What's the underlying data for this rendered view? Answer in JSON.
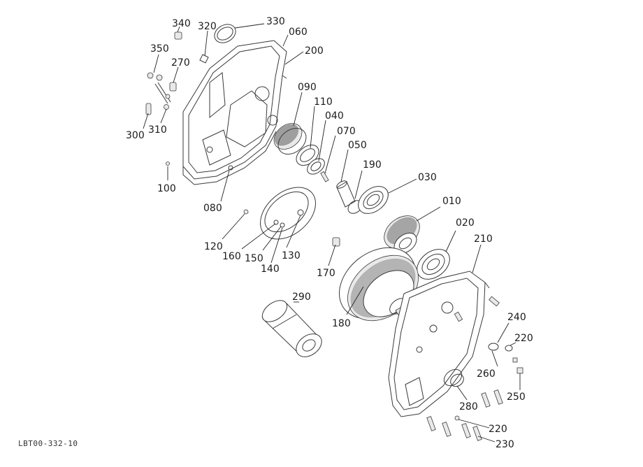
{
  "diagram": {
    "reference_code": "LBT00-332-10",
    "part_labels": [
      "340",
      "320",
      "330",
      "060",
      "350",
      "270",
      "200",
      "090",
      "110",
      "040",
      "070",
      "050",
      "300",
      "310",
      "100",
      "190",
      "030",
      "080",
      "010",
      "120",
      "160",
      "150",
      "140",
      "130",
      "020",
      "210",
      "170",
      "290",
      "180",
      "240",
      "220",
      "260",
      "250",
      "280",
      "220",
      "230"
    ]
  }
}
